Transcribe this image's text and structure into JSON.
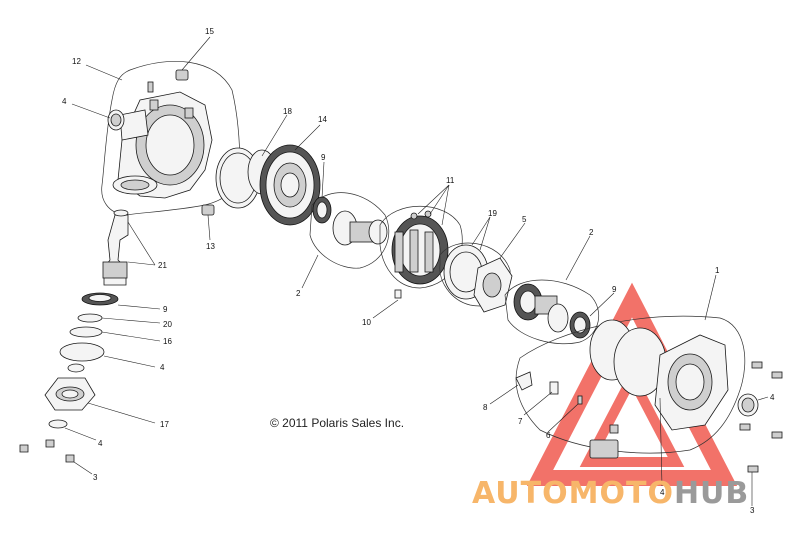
{
  "copyright": "© 2011 Polaris Sales Inc.",
  "watermark": {
    "part1": "AUTO",
    "part2": "MOTO",
    "part3": "HUB",
    "color_orange": "#f7b66a",
    "color_gray": "#9a9a9a",
    "color_red": "#f05a50"
  },
  "callouts": {
    "c15": "15",
    "c12": "12",
    "c4a": "4",
    "c18": "18",
    "c14": "14",
    "c9a": "9",
    "c11": "11",
    "c13": "13",
    "c21": "21",
    "c19": "19",
    "c5": "5",
    "c2a": "2",
    "c2b": "2",
    "c1": "1",
    "c9b": "9",
    "c20": "20",
    "c16": "16",
    "c4b": "4",
    "c10": "10",
    "c9c": "9",
    "c8": "8",
    "c7": "7",
    "c6": "6",
    "c17": "17",
    "c4c": "4",
    "c4d": "4",
    "c4e": "4",
    "c3a": "3",
    "c3b": "3"
  }
}
